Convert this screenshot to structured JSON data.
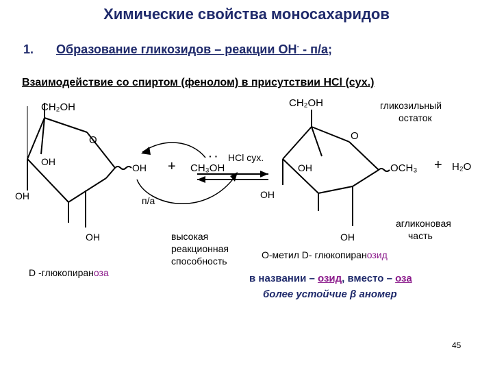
{
  "title": "Химические свойства моносахаридов",
  "subtitle": {
    "number": "1.",
    "text": "Образование гликозидов – реакции ОН",
    "sup": "-",
    "text2": " - п/а;"
  },
  "reaction_condition": "Взаимодействие со спиртом (фенолом) в присутствии HCl (сух.)",
  "left_molecule": {
    "ch2oh": "CH₂OH",
    "ring_o": "O",
    "oh_inner": "OH",
    "oh_anomeric": "OH",
    "oh_left": "OH",
    "oh_bottom": "OH",
    "name_prefix": "D -глюкопиран",
    "name_suffix": "оза",
    "pa_label": "п/а"
  },
  "reagent": {
    "plus": "+",
    "methanol": "CH₃OH",
    "lone_pair": "· ·",
    "catalyst": "HCl сух.",
    "note_line1": "высокая",
    "note_line2": "реакционная",
    "note_line3": "способность"
  },
  "right_molecule": {
    "ch2oh": "CH₂OH",
    "ring_o": "O",
    "oh_inner": "OH",
    "oh_right": "OH",
    "oh_bottom": "OH",
    "och3": "OCH₃",
    "glycosyl_line1": "гликозильный",
    "glycosyl_line2": "остаток",
    "aglycone_line1": "агликоновая",
    "aglycone_line2": "часть",
    "name_prefix": "О-метил D- глюкопиран",
    "name_suffix": "озид"
  },
  "products": {
    "plus": "+",
    "water": "H₂O"
  },
  "footnote": {
    "part1": "в названии – ",
    "ozid": "озид",
    "part2": ", вместо – ",
    "oza": "оза",
    "line2": "более устойчие β аномер"
  },
  "page_number": "45",
  "colors": {
    "title": "#1f2a6b",
    "accent": "#8b1a8b",
    "text": "#000000"
  }
}
